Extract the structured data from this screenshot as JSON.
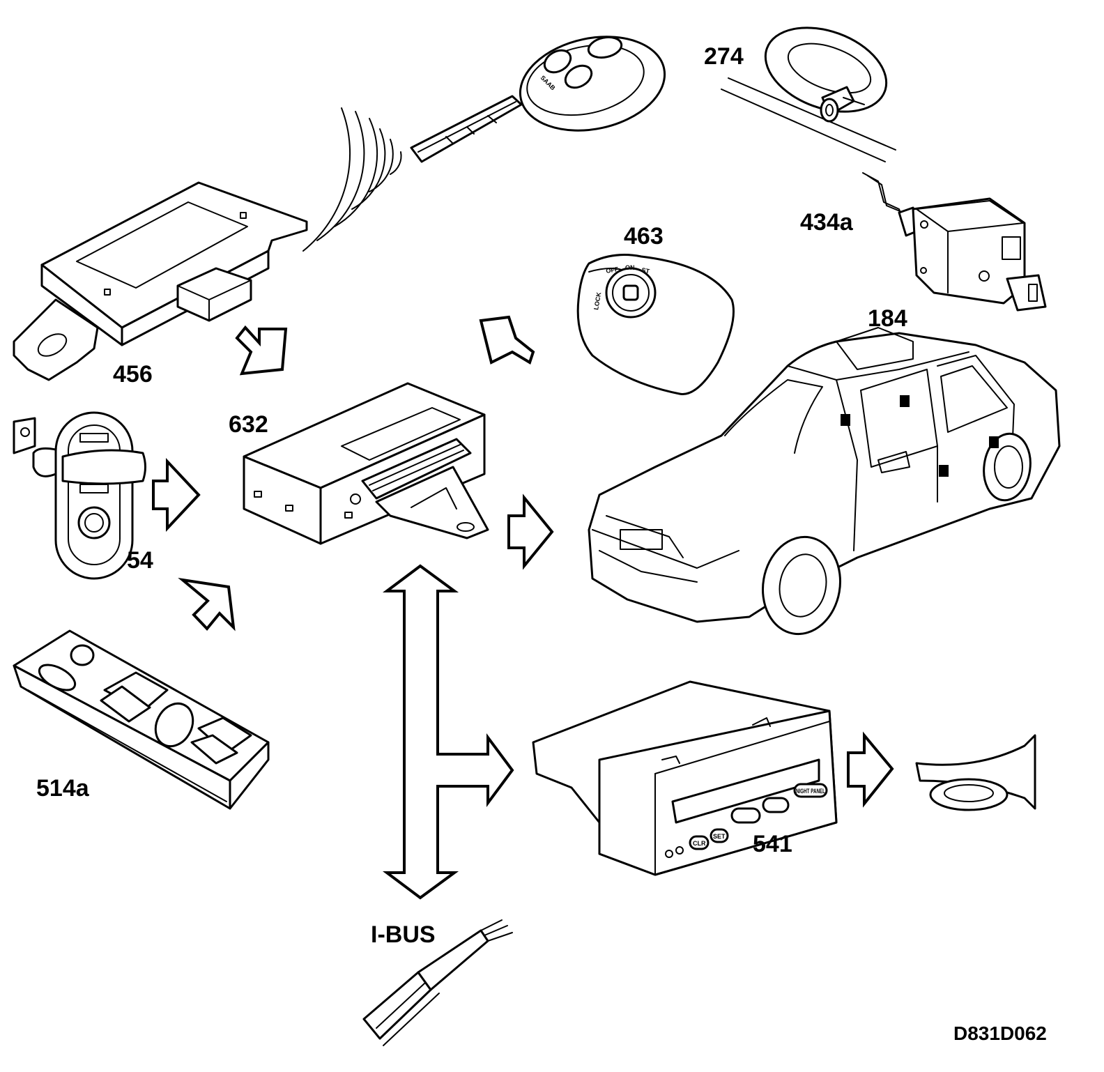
{
  "labels": {
    "p274": "274",
    "p434a": "434a",
    "p463": "463",
    "p184": "184",
    "p456": "456",
    "p632": "632",
    "p54": "54",
    "p514a": "514a",
    "p541": "541",
    "ibus": "I-BUS",
    "drawing_code": "D831D062"
  },
  "printed": {
    "key_brand": "SAAB",
    "ignition_off": "OFF",
    "ignition_on": "ON",
    "ignition_st": "ST",
    "ignition_lock": "LOCK",
    "sid_clr": "CLR",
    "sid_set": "SET",
    "sid_night": "NIGHT PANEL"
  }
}
